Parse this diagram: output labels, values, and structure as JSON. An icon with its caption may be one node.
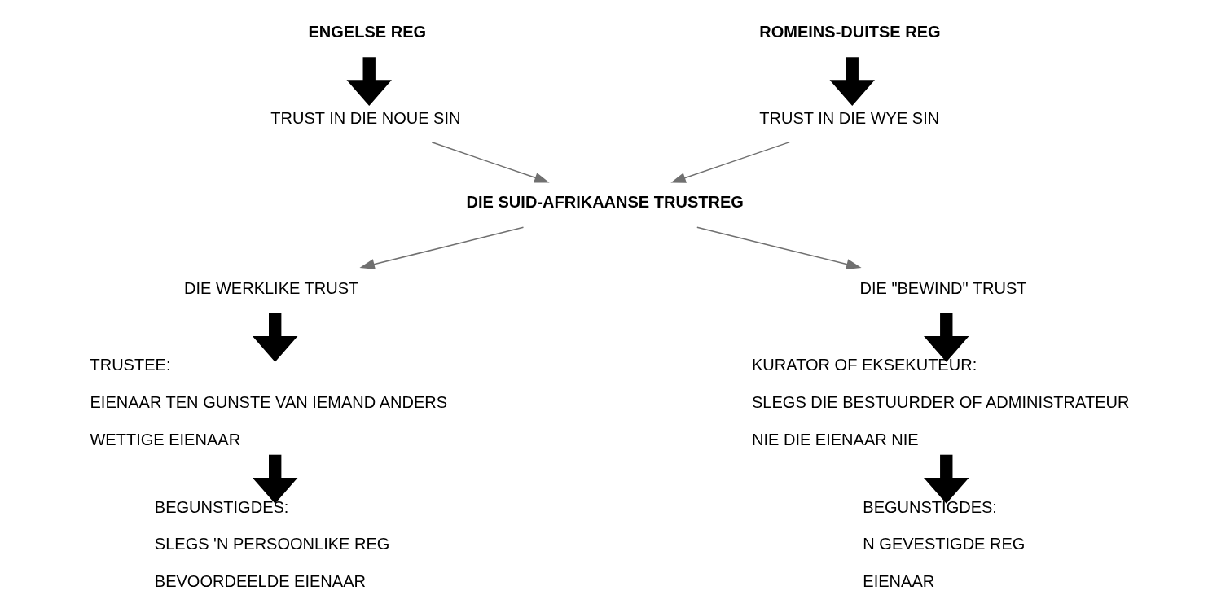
{
  "diagram": {
    "nodes": [
      {
        "text": [
          "ENGELSE REG"
        ]
      },
      {
        "text": [
          "TRUST IN DIE NOUE SIN"
        ]
      },
      {
        "text": [
          "ROMEINS-DUITSE REG"
        ]
      },
      {
        "text": [
          "TRUST IN DIE WYE SIN"
        ]
      },
      {
        "text": [
          "DIE SUID-AFRIKAANSE TRUSTREG"
        ]
      },
      {
        "text": [
          "DIE WERKLIKE TRUST"
        ]
      },
      {
        "text": [
          "DIE \"BEWIND\" TRUST"
        ]
      },
      {
        "text": [
          "TRUSTEE:",
          "EIENAAR TEN GUNSTE VAN IEMAND ANDERS",
          "WETTIGE EIENAAR"
        ]
      },
      {
        "text": [
          "BEGUNSTIGDES:",
          "SLEGS 'N PERSOONLIKE REG",
          "BEVOORDEELDE EIENAAR"
        ]
      },
      {
        "text": [
          "KURATOR OF EKSEKUTEUR:",
          "SLEGS DIE BESTUURDER OF ADMINISTRATEUR",
          "NIE DIE EIENAAR NIE"
        ]
      },
      {
        "text": [
          "BEGUNSTIGDES:",
          "N GEVESTIGDE REG",
          "EIENAAR"
        ]
      }
    ],
    "edges": [
      {
        "from": 0,
        "to": 1,
        "arrow": "to"
      },
      {
        "from": 2,
        "to": 3,
        "arrow": "to"
      },
      {
        "from": 1,
        "to": 4,
        "arrow": "to",
        "color": "#707070"
      },
      {
        "from": 3,
        "to": 4,
        "arrow": "to",
        "color": "#707070"
      },
      {
        "from": 4,
        "to": 5,
        "arrow": "to",
        "color": "#707070"
      },
      {
        "from": 4,
        "to": 6,
        "arrow": "to",
        "color": "#707070"
      },
      {
        "from": 5,
        "to": 7,
        "arrow": "to"
      },
      {
        "from": 7,
        "to": 8,
        "arrow": "to"
      },
      {
        "from": 6,
        "to": 9,
        "arrow": "to"
      },
      {
        "from": 9,
        "to": 10,
        "arrow": "to"
      }
    ]
  }
}
